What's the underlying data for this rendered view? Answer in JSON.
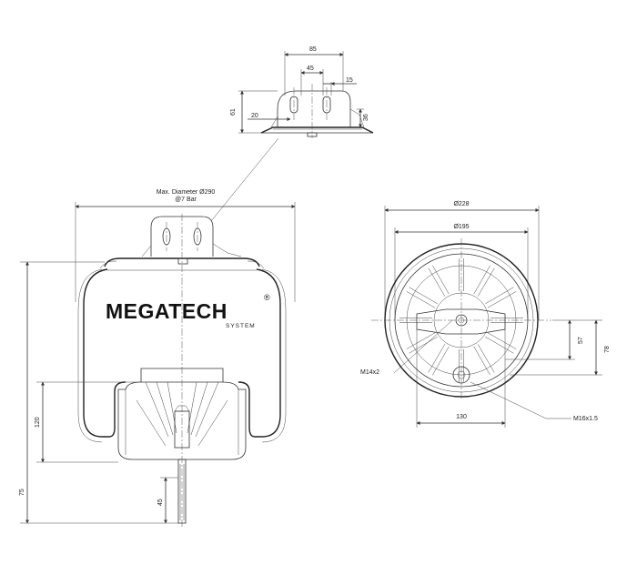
{
  "brand": {
    "logo_text": "MEGATECH",
    "registered_mark": "®",
    "tagline": "SYSTEM"
  },
  "top_detail": {
    "dim_85": "85",
    "dim_45": "45",
    "dim_15": "15",
    "dim_61": "61",
    "dim_20": "20",
    "dim_36": "36"
  },
  "side_view": {
    "max_diameter_line1": "Max. Diameter Ø290",
    "max_diameter_line2": "@7 Bar",
    "dim_120": "120",
    "dim_75": "75",
    "dim_45": "45"
  },
  "top_view": {
    "dia_228": "Ø228",
    "dia_195": "Ø195",
    "dim_57": "57",
    "dim_78": "78",
    "dim_130": "130",
    "label_m14": "M14x2",
    "label_m16": "M16x1.5"
  }
}
